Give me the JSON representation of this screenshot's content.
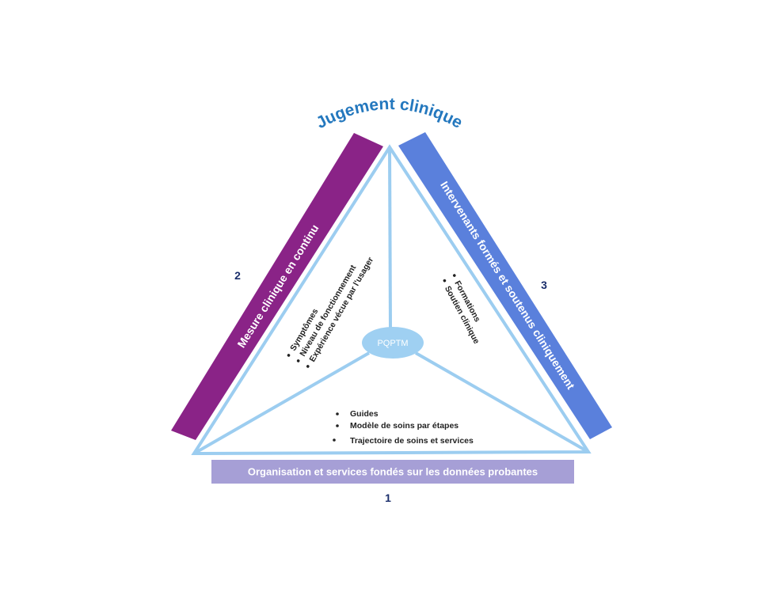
{
  "title": "Jugement clinique",
  "center": "PQPTM",
  "left_bar": "Mesure clinique en continu",
  "right_bar": "Intervenants formés et soutenus cliniquement",
  "bottom_bar": "Organisation et services fondés sur les données probantes",
  "numbers": {
    "bottom": "1",
    "left": "2",
    "right": "3"
  },
  "left_items": [
    "Symptômes",
    "Niveau de fonctionnement",
    "Expérience vécue par l'usager"
  ],
  "right_items": [
    "Formations",
    "Soutien clinique"
  ],
  "bottom_items": [
    "Guides",
    "Modèle de soins par étapes",
    "Trajectoire de soins et services"
  ],
  "colors": {
    "title": "#2478be",
    "left_bar": "#8a2387",
    "right_bar": "#5a80dc",
    "bottom_bar": "#a69fd6",
    "lines": "#9ccdf0",
    "ellipse": "#9fd0f2",
    "numbers": "#1a2e6b"
  }
}
